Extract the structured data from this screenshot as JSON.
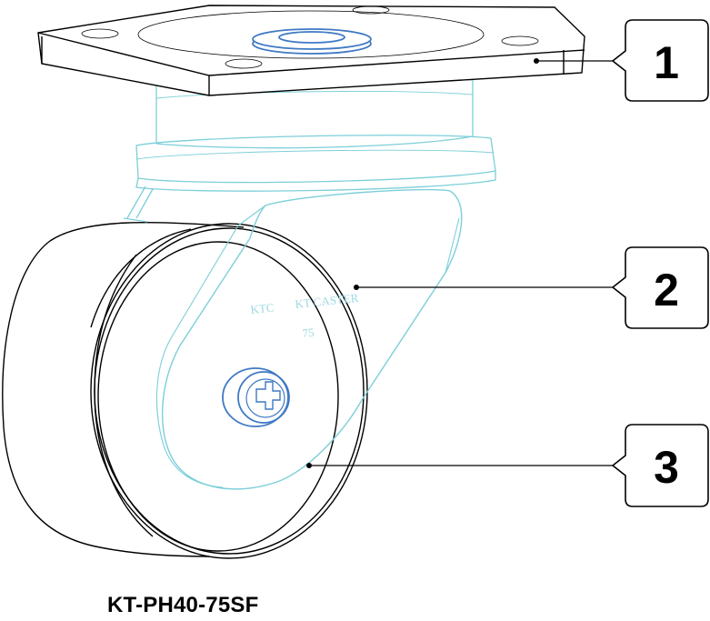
{
  "callouts": [
    {
      "number": "1"
    },
    {
      "number": "2"
    },
    {
      "number": "3"
    }
  ],
  "engraving": {
    "brand_logo": "KTC",
    "brand_name": "KT CASTER",
    "size": "75"
  },
  "model_name": "KT-PH40-75SF",
  "colors": {
    "line": "#000000",
    "fork": "#7ccfd8",
    "bolt": "#3f79c4"
  }
}
